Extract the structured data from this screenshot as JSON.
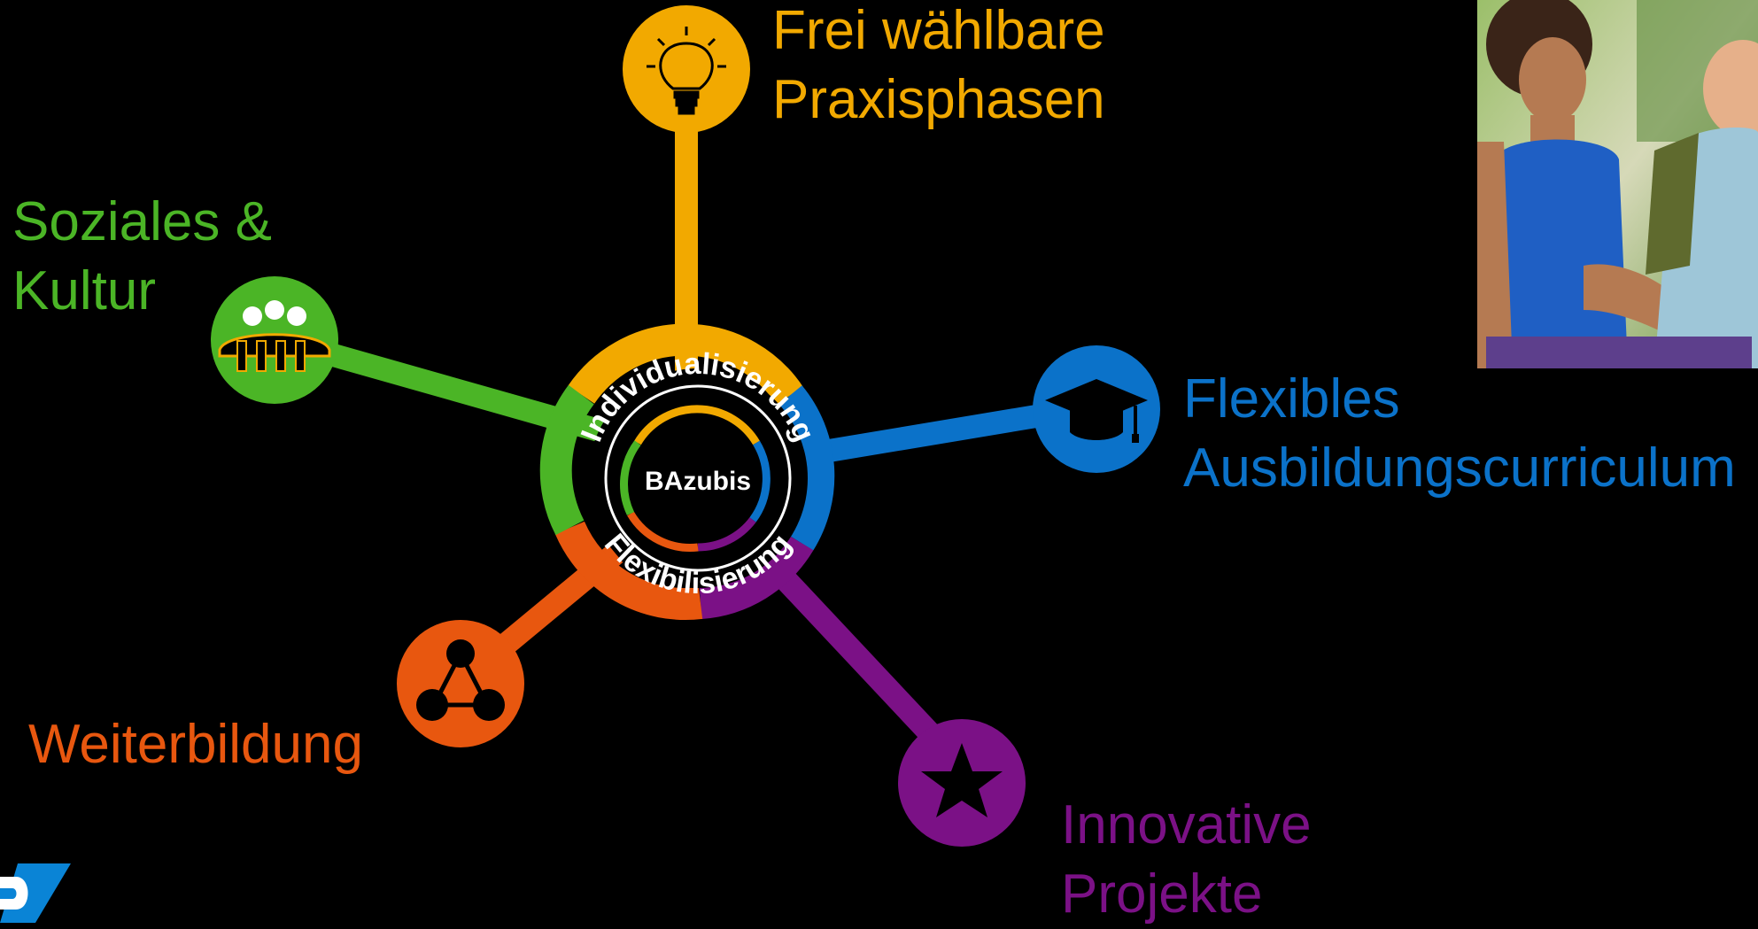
{
  "center": {
    "label": "BAzubis",
    "arc_top": "Individualisierung",
    "arc_bottom": "Flexibilisierung"
  },
  "colors": {
    "yellow": "#F2A900",
    "blue": "#0B72C9",
    "purple": "#7B1186",
    "orange": "#E8570F",
    "green": "#4BB526",
    "background": "#000000"
  },
  "branches": [
    {
      "id": "praxis",
      "line1": "Frei wählbare",
      "line2": "Praxisphasen",
      "icon": "lightbulb-icon",
      "color": "#F2A900"
    },
    {
      "id": "curriculum",
      "line1": "Flexibles",
      "line2": "Ausbildungscurriculum",
      "icon": "graduation-cap-icon",
      "color": "#0B72C9"
    },
    {
      "id": "projekte",
      "line1": "Innovative",
      "line2": "Projekte",
      "icon": "star-icon",
      "color": "#7B1186"
    },
    {
      "id": "weiterbildung",
      "line1": "Weiterbildung",
      "line2": "",
      "icon": "network-icon",
      "color": "#E8570F"
    },
    {
      "id": "soziales",
      "line1": "Soziales &",
      "line2": "Kultur",
      "icon": "people-group-icon",
      "color": "#4BB526"
    }
  ]
}
